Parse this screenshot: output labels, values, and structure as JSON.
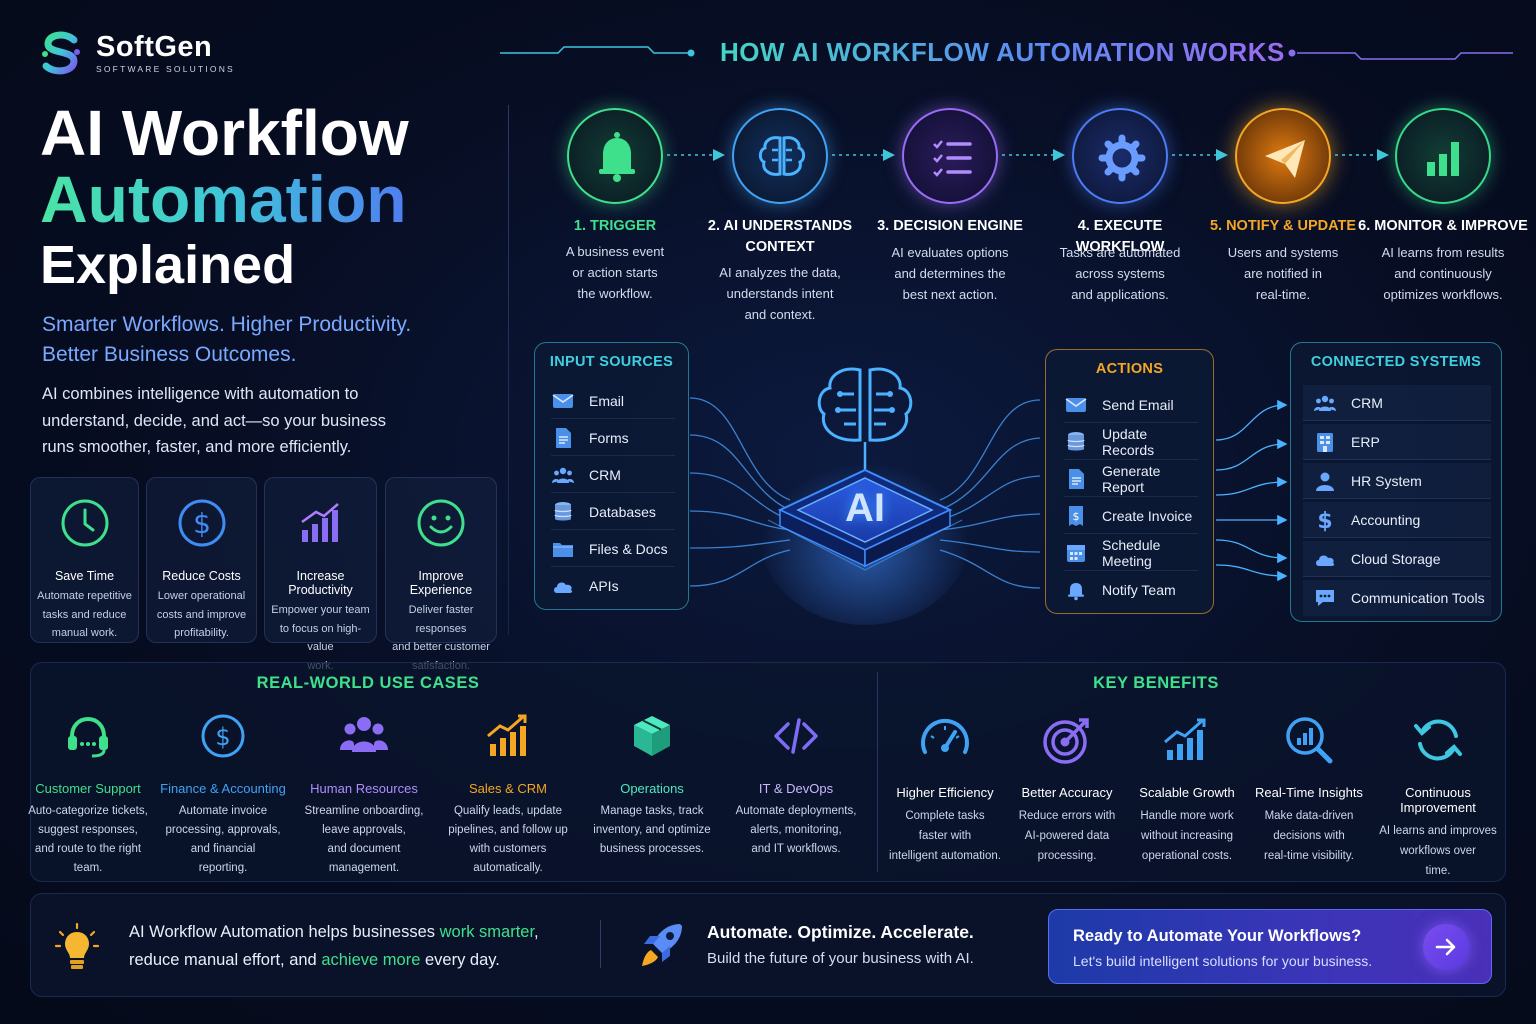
{
  "brand": {
    "name": "SoftGen",
    "tagline": "SOFTWARE SOLUTIONS"
  },
  "hero": {
    "title_line1": "AI Workflow",
    "title_line2": "Automation",
    "title_line3": "Explained",
    "subtitle_line1": "Smarter Workflows. Higher Productivity.",
    "subtitle_line2": "Better Business Outcomes.",
    "description_line1": "AI combines intelligence with automation to",
    "description_line2": "understand, decide, and act—so your business",
    "description_line3": "runs smoother, faster, and more efficiently."
  },
  "benefit_cards": [
    {
      "title": "Save Time",
      "desc": [
        "Automate repetitive",
        "tasks and reduce",
        "manual work."
      ],
      "icon": "clock-icon"
    },
    {
      "title": "Reduce Costs",
      "desc": [
        "Lower operational",
        "costs and improve",
        "profitability."
      ],
      "icon": "dollar-icon"
    },
    {
      "title": "Increase Productivity",
      "desc": [
        "Empower your team",
        "to focus on high-value",
        "work."
      ],
      "icon": "bar-chart-icon"
    },
    {
      "title": "Improve Experience",
      "desc": [
        "Deliver faster responses",
        "and better customer",
        "satisfaction."
      ],
      "icon": "smiley-icon"
    }
  ],
  "how_it_works": {
    "title": "HOW AI WORKFLOW AUTOMATION WORKS",
    "steps": [
      {
        "label": "1. TRIGGER",
        "desc": [
          "A business event",
          "or action starts",
          "the workflow."
        ],
        "color": "#3ee08c",
        "icon": "bell-icon"
      },
      {
        "label": "2. AI UNDERSTANDS",
        "label2": "CONTEXT",
        "desc": [
          "AI analyzes the data,",
          "understands intent",
          "and context."
        ],
        "color": "#3fa2f5",
        "icon": "brain-icon"
      },
      {
        "label": "3. DECISION ENGINE",
        "desc": [
          "AI evaluates options",
          "and determines the",
          "best next action."
        ],
        "color": "#9a6cf5",
        "icon": "checklist-icon"
      },
      {
        "label": "4. EXECUTE WORKFLOW",
        "desc": [
          "Tasks are automated",
          "across systems",
          "and applications."
        ],
        "color": "#4b7cf5",
        "icon": "gear-icon"
      },
      {
        "label": "5. NOTIFY & UPDATE",
        "desc": [
          "Users and systems",
          "are notified in",
          "real-time."
        ],
        "color": "#f5a623",
        "icon": "paper-plane-icon"
      },
      {
        "label": "6. MONITOR & IMPROVE",
        "desc": [
          "AI learns from results",
          "and continuously",
          "optimizes workflows."
        ],
        "color": "#36d98a",
        "icon": "bar-chart-icon"
      }
    ]
  },
  "input_sources": {
    "title": "INPUT SOURCES",
    "items": [
      {
        "label": "Email",
        "icon": "envelope-icon"
      },
      {
        "label": "Forms",
        "icon": "document-icon"
      },
      {
        "label": "CRM",
        "icon": "people-icon"
      },
      {
        "label": "Databases",
        "icon": "database-icon"
      },
      {
        "label": "Files & Docs",
        "icon": "folder-icon"
      },
      {
        "label": "APIs",
        "icon": "cloud-icon"
      }
    ]
  },
  "ai_core": {
    "label": "AI"
  },
  "actions": {
    "title": "ACTIONS",
    "items": [
      {
        "label": "Send Email",
        "icon": "envelope-icon"
      },
      {
        "label": "Update Records",
        "icon": "database-icon"
      },
      {
        "label": "Generate Report",
        "icon": "document-icon"
      },
      {
        "label": "Create Invoice",
        "icon": "invoice-icon"
      },
      {
        "label": "Schedule Meeting",
        "icon": "calendar-icon"
      },
      {
        "label": "Notify Team",
        "icon": "bell-icon"
      }
    ]
  },
  "connected_systems": {
    "title": "CONNECTED SYSTEMS",
    "items": [
      {
        "label": "CRM",
        "icon": "people-icon"
      },
      {
        "label": "ERP",
        "icon": "erp-icon"
      },
      {
        "label": "HR System",
        "icon": "person-icon"
      },
      {
        "label": "Accounting",
        "icon": "dollar-icon"
      },
      {
        "label": "Cloud Storage",
        "icon": "cloud-icon"
      },
      {
        "label": "Communication Tools",
        "icon": "chat-icon"
      }
    ]
  },
  "use_cases": {
    "title": "REAL-WORLD USE CASES",
    "items": [
      {
        "title": "Customer Support",
        "desc": [
          "Auto-categorize tickets,",
          "suggest responses,",
          "and route to the right",
          "team."
        ],
        "color": "#3ee08c",
        "icon": "headset-icon"
      },
      {
        "title": "Finance & Accounting",
        "desc": [
          "Automate invoice",
          "processing, approvals,",
          "and financial",
          "reporting."
        ],
        "color": "#3fa2f5",
        "icon": "dollar-icon"
      },
      {
        "title": "Human Resources",
        "desc": [
          "Streamline onboarding,",
          "leave approvals,",
          "and document",
          "management."
        ],
        "color": "#9a6cf5",
        "icon": "people-icon"
      },
      {
        "title": "Sales & CRM",
        "desc": [
          "Qualify leads, update",
          "pipelines, and follow up",
          "with customers",
          "automatically."
        ],
        "color": "#f5a623",
        "icon": "growth-chart-icon"
      },
      {
        "title": "Operations",
        "desc": [
          "Manage tasks, track",
          "inventory, and optimize",
          "business processes."
        ],
        "color": "#36d9b0",
        "icon": "box-icon"
      },
      {
        "title": "IT & DevOps",
        "desc": [
          "Automate deployments,",
          "alerts, monitoring,",
          "and IT workflows."
        ],
        "color": "#7f6cf5",
        "icon": "code-icon"
      }
    ]
  },
  "key_benefits": {
    "title": "KEY BENEFITS",
    "items": [
      {
        "title": "Higher Efficiency",
        "desc": [
          "Complete tasks",
          "faster with",
          "intelligent automation."
        ],
        "icon": "speedometer-icon"
      },
      {
        "title": "Better Accuracy",
        "desc": [
          "Reduce errors with",
          "AI-powered data",
          "processing."
        ],
        "icon": "target-icon"
      },
      {
        "title": "Scalable Growth",
        "desc": [
          "Handle more work",
          "without increasing",
          "operational costs."
        ],
        "icon": "growth-chart-icon"
      },
      {
        "title": "Real-Time Insights",
        "desc": [
          "Make data-driven",
          "decisions with",
          "real-time visibility."
        ],
        "icon": "magnifier-chart-icon"
      },
      {
        "title": "Continuous Improvement",
        "desc": [
          "AI learns and improves",
          "workflows over",
          "time."
        ],
        "icon": "refresh-icon"
      }
    ]
  },
  "footer": {
    "msg_part1": "AI Workflow Automation helps businesses ",
    "msg_highlight1": "work smarter",
    "msg_part2": ",",
    "msg_part3": "reduce manual effort, and ",
    "msg_highlight2": "achieve more",
    "msg_part4": " every day.",
    "slogan": "Automate. Optimize. Accelerate.",
    "slogan_sub": "Build the future of your business with AI.",
    "cta_title": "Ready to Automate Your Workflows?",
    "cta_sub": "Let's build intelligent solutions for your business."
  },
  "colors": {
    "accent_green": "#3ee08c",
    "accent_blue": "#3fa2f5",
    "accent_purple": "#9a6cf5",
    "accent_orange": "#f5a623",
    "highlight_green": "#3ee08c"
  }
}
